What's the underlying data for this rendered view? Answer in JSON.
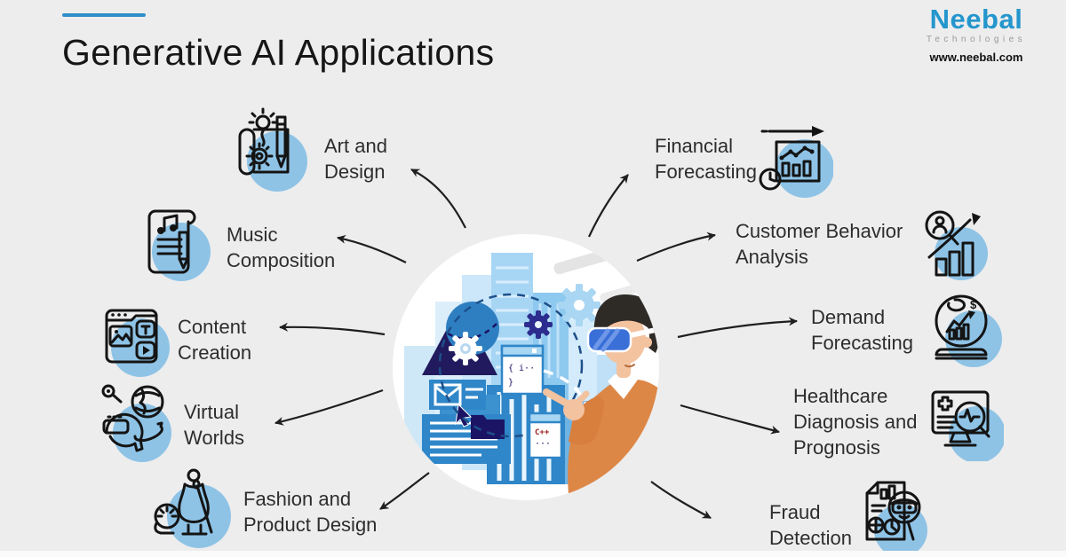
{
  "colors": {
    "background": "#ededed",
    "accent": "#2e8fc9",
    "icon_circle": "#8ec3e6",
    "arrow": "#1f1f1f"
  },
  "header": {
    "title": "Generative AI Applications"
  },
  "logo": {
    "brand": "Neebal",
    "tagline": "Technologies",
    "website": "www.neebal.com"
  },
  "applications": [
    {
      "id": "art-design",
      "label": "Art and\nDesign"
    },
    {
      "id": "music-composition",
      "label": "Music\nComposition"
    },
    {
      "id": "content-creation",
      "label": "Content\nCreation"
    },
    {
      "id": "virtual-worlds",
      "label": "Virtual\nWorlds"
    },
    {
      "id": "fashion-product-design",
      "label": "Fashion and\nProduct Design"
    },
    {
      "id": "financial-forecasting",
      "label": "Financial\nForecasting"
    },
    {
      "id": "customer-behavior-analysis",
      "label": "Customer Behavior\nAnalysis"
    },
    {
      "id": "demand-forecasting",
      "label": "Demand\nForecasting"
    },
    {
      "id": "healthcare-diagnosis-prognosis",
      "label": "Healthcare\nDiagnosis and\nPrognosis"
    },
    {
      "id": "fraud-detection",
      "label": "Fraud\nDetection"
    }
  ],
  "center_illustration": {
    "code_window_line1": "{ i··",
    "code_window_line2": "}",
    "code_lang_label": "C++",
    "code_dots": "···"
  }
}
